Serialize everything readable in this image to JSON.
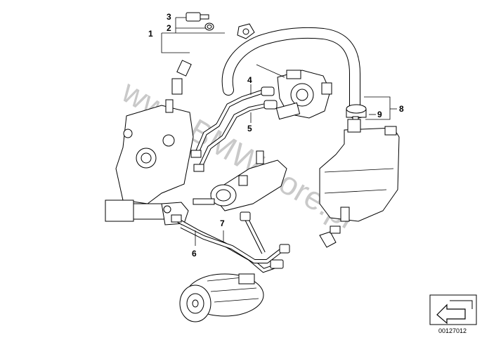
{
  "diagram": {
    "callouts": {
      "c1": "1",
      "c2": "2",
      "c3": "3",
      "c4": "4",
      "c5": "5",
      "c6": "6",
      "c7": "7",
      "c8": "8",
      "c9": "9"
    },
    "watermark": "www.BMWstore.pl",
    "reference_number": "00127012",
    "icons": [
      "arrow-icon"
    ]
  }
}
